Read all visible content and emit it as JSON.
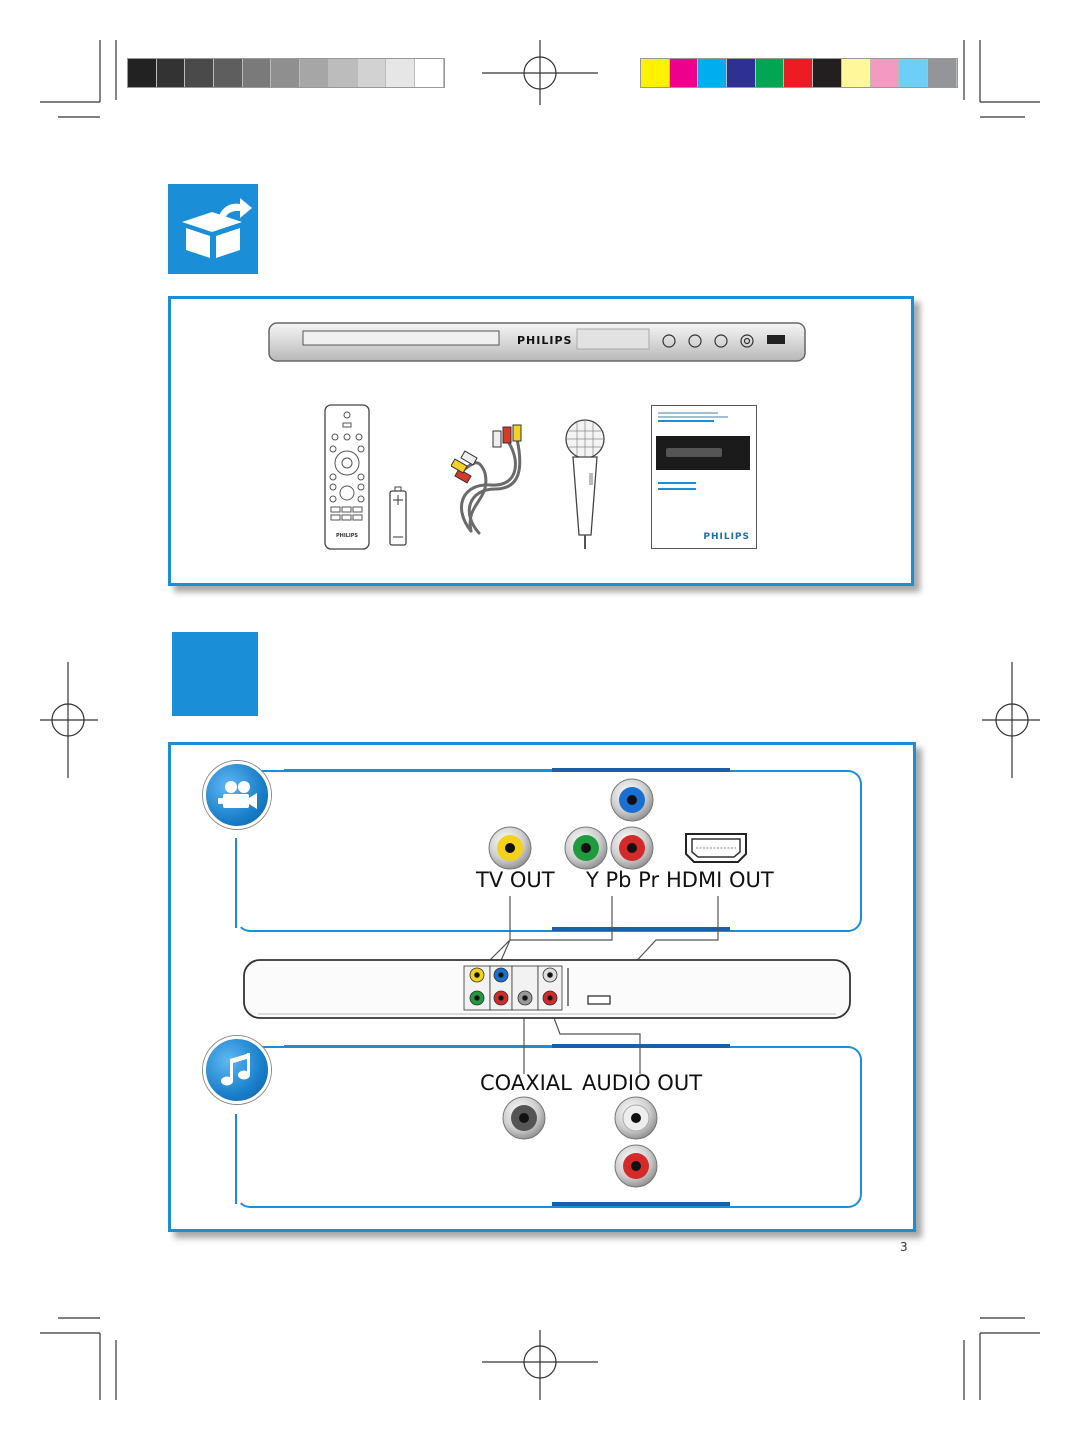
{
  "colors": {
    "accent": "#1a8ed6",
    "grays": [
      "#222222",
      "#333333",
      "#4a4a4a",
      "#5e5e5e",
      "#7a7a7a",
      "#8f8f8f",
      "#a6a6a6",
      "#bcbcbc",
      "#d2d2d2",
      "#e6e6e6",
      "#ffffff"
    ],
    "process": [
      "#fff200",
      "#ec008c",
      "#00aeef",
      "#2e3192",
      "#00a651",
      "#ed1c24",
      "#231f20",
      "#fff799",
      "#f49ac1",
      "#6dcff6",
      "#939598"
    ]
  },
  "icons": {
    "box": "unpack-box-icon",
    "video": "video-camera-icon",
    "audio": "music-note-icon"
  },
  "device": {
    "brand": "PHILIPS"
  },
  "manual": {
    "brand": "PHILIPS"
  },
  "connections": {
    "video": {
      "tv_out": "TV OUT",
      "component": "Y Pb Pr",
      "hdmi": "HDMI OUT"
    },
    "audio": {
      "coaxial": "COAXIAL",
      "audio_out": "AUDIO OUT"
    }
  },
  "page_number": "3"
}
